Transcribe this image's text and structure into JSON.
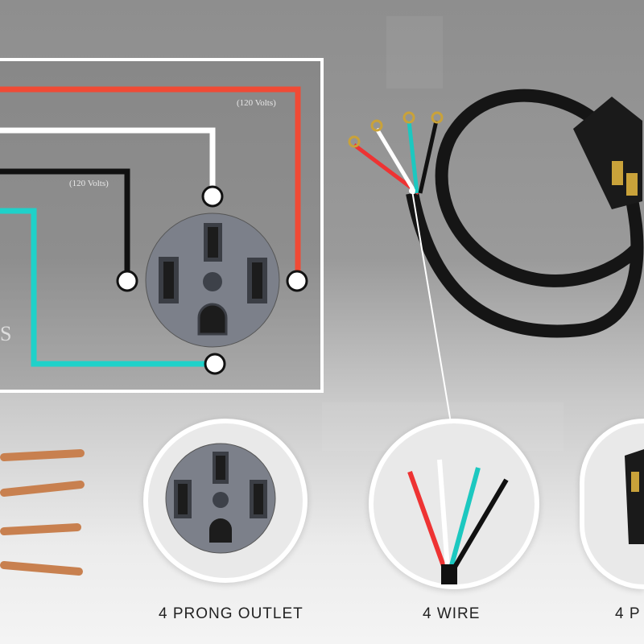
{
  "diagram": {
    "voltage_labels": [
      "(120 Volts)",
      "(120 Volts)"
    ],
    "partial_label": "S",
    "wire_colors": {
      "hot_1": "#f04a35",
      "neutral": "#ffffff",
      "hot_2": "#111111",
      "ground": "#1fd1c9"
    }
  },
  "captions": {
    "outlet": "4 PRONG OUTLET",
    "wire": "4 WIRE",
    "plug": "4 P"
  }
}
